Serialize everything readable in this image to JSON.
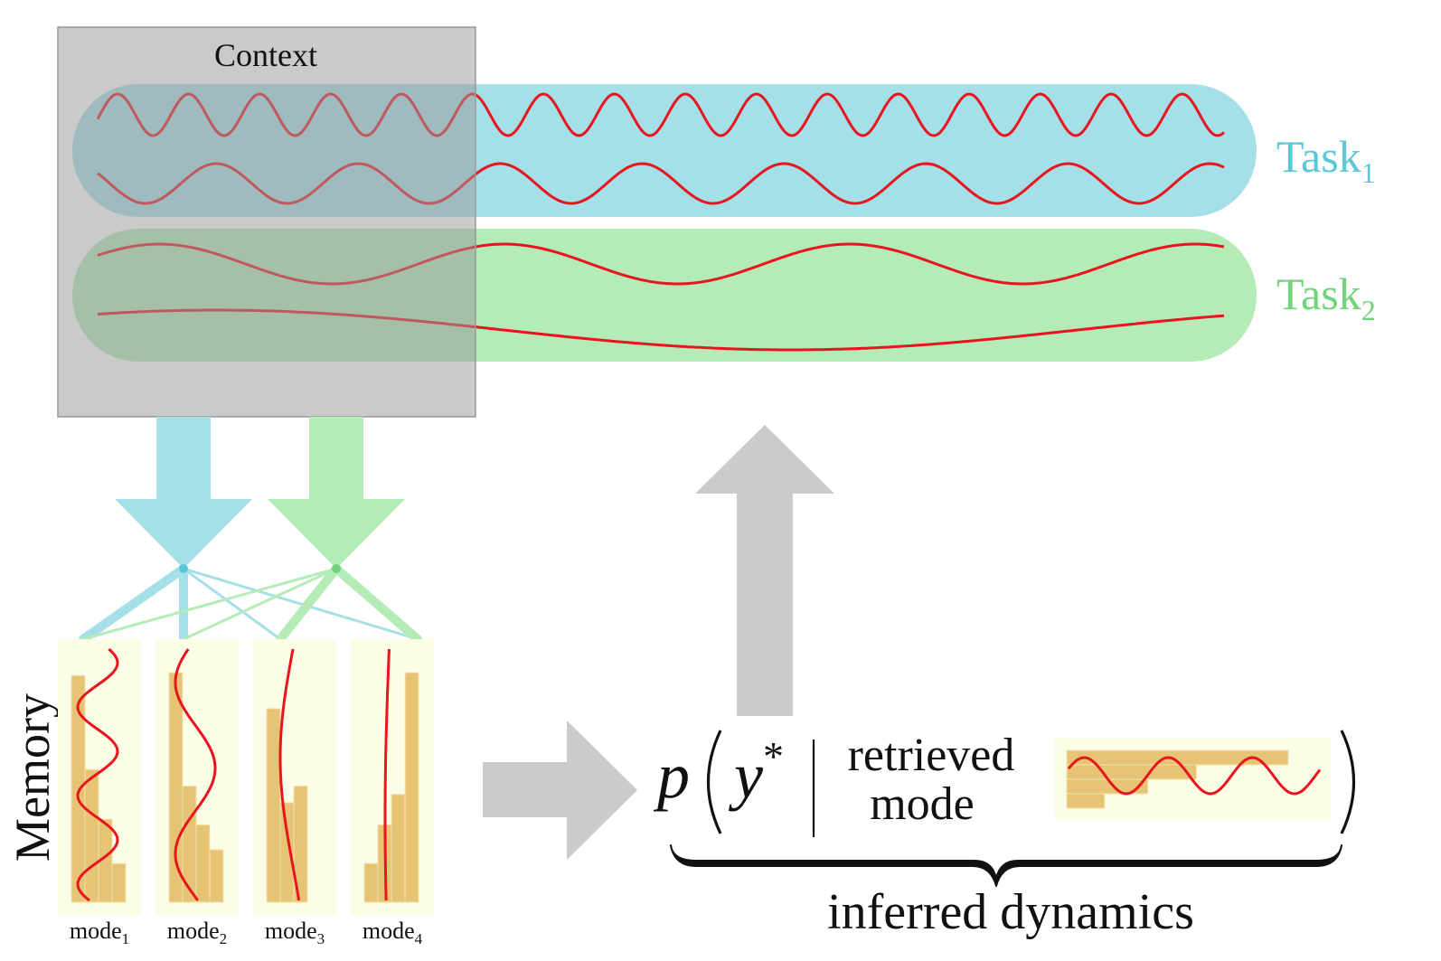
{
  "context": {
    "label": "Context"
  },
  "tasks": [
    {
      "name": "Task",
      "sub": "1",
      "color": "#5bc8d8",
      "fill": "#a5e0e8"
    },
    {
      "name": "Task",
      "sub": "2",
      "color": "#6fd47a",
      "fill": "#b4ebb6"
    }
  ],
  "memory": {
    "label": "Memory",
    "modes": [
      {
        "name": "mode",
        "sub": "1",
        "bars": [
          0.82,
          0.48,
          0.3,
          0.14
        ]
      },
      {
        "name": "mode",
        "sub": "2",
        "bars": [
          0.83,
          0.42,
          0.28,
          0.19
        ]
      },
      {
        "name": "mode",
        "sub": "3",
        "bars": [
          0.7,
          0.36,
          0.42,
          0.0
        ]
      },
      {
        "name": "mode",
        "sub": "4",
        "bars": [
          0.14,
          0.28,
          0.39,
          0.83
        ]
      }
    ]
  },
  "formula": {
    "p": "p",
    "y": "y",
    "star": "*",
    "retrieved_line1": "retrieved",
    "retrieved_line2": "mode",
    "brace_label": "inferred dynamics"
  },
  "colors": {
    "context_fill": "#b8b8b8",
    "context_stroke": "#999999",
    "wave": "#e8141e",
    "memory_bg": "#fbfde6",
    "hist_bar": "#e6c474",
    "arrow_gray": "#cbcbcb"
  }
}
